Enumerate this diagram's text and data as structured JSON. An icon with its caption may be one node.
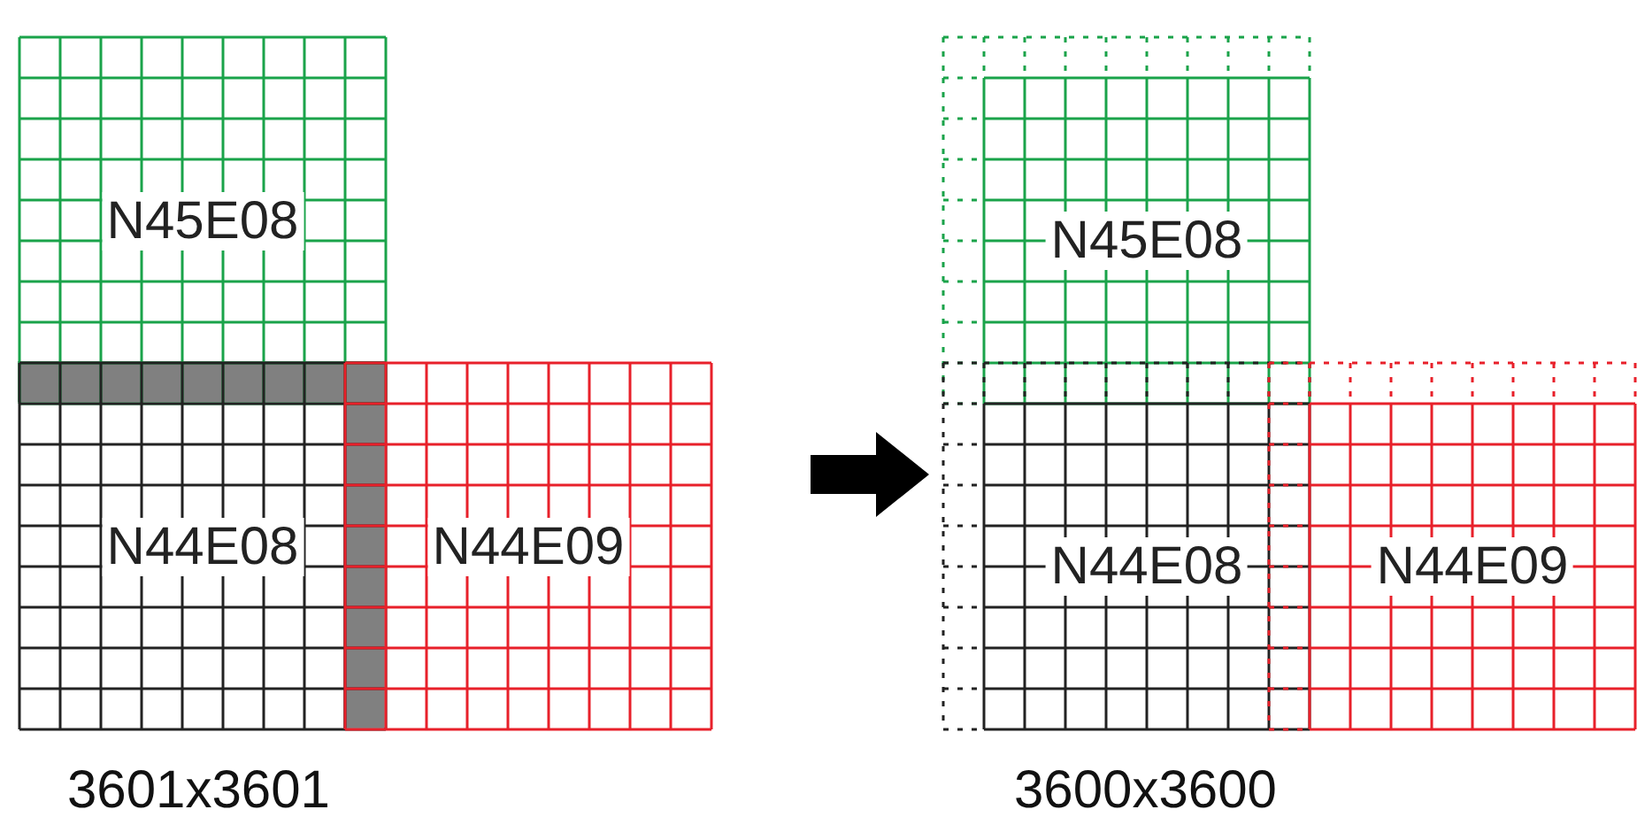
{
  "diagram": {
    "nodes": [
      {
        "text": [
          "N45E08"
        ]
      },
      {
        "text": [
          "N44E08"
        ]
      },
      {
        "text": [
          "N44E09"
        ]
      },
      {
        "text": [
          "N45E08"
        ]
      },
      {
        "text": [
          "N44E08"
        ]
      },
      {
        "text": [
          "N44E09"
        ]
      }
    ],
    "labels": [
      "3601x3601",
      "3600x3600"
    ]
  }
}
